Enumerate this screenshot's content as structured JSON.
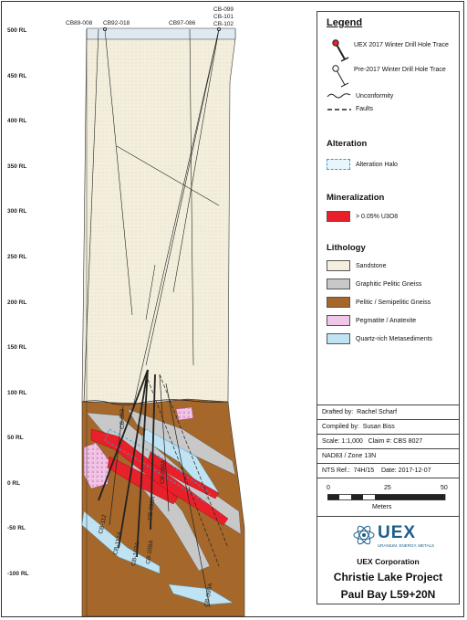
{
  "section": {
    "rl_labels": [
      "500 RL",
      "450 RL",
      "400 RL",
      "350 RL",
      "300 RL",
      "250 RL",
      "200 RL",
      "150 RL",
      "100 RL",
      "50 RL",
      "0 RL",
      "-50 RL",
      "-100 RL"
    ],
    "hole_labels_top": [
      "CB89-008",
      "CB92-018",
      "CB97-086"
    ],
    "hole_labels_stack": [
      "CB-099",
      "CB-101",
      "CB-102"
    ],
    "hole_labels_inline": [
      "CB-112",
      "CB-112A",
      "CB-102A",
      "CB-108A",
      "CB-086A",
      "CB-093",
      "CB-098A",
      "CB-099A"
    ]
  },
  "legend": {
    "title": "Legend",
    "uex_trace": "UEX 2017 Winter Drill Hole Trace",
    "pre_trace": "Pre-2017 Winter Drill Hole Trace",
    "unconformity": "Unconformity",
    "faults": "Faults",
    "alteration_title": "Alteration",
    "alteration_halo": "Alteration Halo",
    "mineralization_title": "Mineralization",
    "mineralization_item": "> 0.05% U3O8",
    "lithology_title": "Lithology",
    "lith_sandstone": "Sandstone",
    "lith_graphitic": "Graphitic Pelitic Gneiss",
    "lith_pelitic": "Pelitic / Semipelitic Gneiss",
    "lith_pegmatite": "Pegmatite / Anatexite",
    "lith_quartz": "Quartz-rich Metasediments",
    "colors": {
      "sandstone": "#f3efdc",
      "graphitic": "#c8c8c8",
      "pelitic": "#a5672a",
      "pegmatite": "#f0c6e6",
      "quartz": "#bfe3f2",
      "mineralization": "#e8202a",
      "alteration": "#2aa3d6"
    }
  },
  "info": {
    "drafted_by": "Drafted by:",
    "drafted_name": "Rachel Scharf",
    "compiled_by": "Compiled by:",
    "compiled_name": "Susan Biss",
    "scale_label": "Scale:",
    "scale_value": "1:1,000",
    "claim_label": "Claim #:",
    "claim_value": "CBS 8027",
    "datum": "NAD83 / Zone 13N",
    "nts_label": "NTS Ref.:",
    "nts_value": "74H/15",
    "date_label": "Date:",
    "date_value": "2017-12-07",
    "scalebar_0": "0",
    "scalebar_25": "25",
    "scalebar_50": "50",
    "scalebar_unit": "Meters"
  },
  "company": {
    "logo_text": "UEX",
    "logo_tagline": "URANIUM. ENERGY. METALS",
    "name": "UEX Corporation",
    "project": "Christie Lake Project",
    "section": "Paul Bay L59+20N"
  }
}
